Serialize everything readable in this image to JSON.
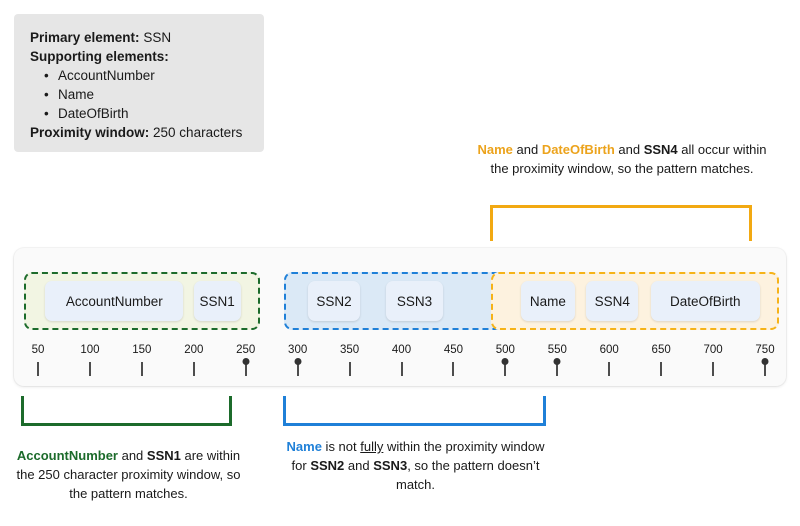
{
  "legend": {
    "primary_label": "Primary element:",
    "primary_value": "SSN",
    "supporting_label": "Supporting elements:",
    "supporting_items": [
      "AccountNumber",
      "Name",
      "DateOfBirth"
    ],
    "proximity_label": "Proximity window:",
    "proximity_value": "250 characters"
  },
  "top_callout": {
    "seg1": "Name",
    "seg2": " and ",
    "seg3": "DateOfBirth",
    "seg4": " and ",
    "seg5": "SSN4",
    "seg6": " all occur within the proximity window, so the pattern matches.",
    "bracket_color": "#f2a912"
  },
  "timeline": {
    "regions": [
      {
        "name": "green-proximity-region",
        "label": "AccountNumber and SSN1 proximity region",
        "start": 50,
        "end": 250,
        "color": "#1c6b2b",
        "fill": "#f2f5e3"
      },
      {
        "name": "blue-proximity-region",
        "label": "SSN2 and SSN3 proximity region",
        "start": 300,
        "end": 550,
        "color": "#1f80d8",
        "fill": "#dbe9f6"
      },
      {
        "name": "orange-proximity-region",
        "label": "Name SSN4 DateOfBirth proximity region",
        "start": 500,
        "end": 750,
        "color": "#f6b318",
        "fill": "#fdf2df"
      }
    ],
    "chips": [
      {
        "label": "AccountNumber",
        "start": 57,
        "end": 190
      },
      {
        "label": "SSN1",
        "start": 200,
        "end": 245
      },
      {
        "label": "SSN2",
        "start": 310,
        "end": 360
      },
      {
        "label": "SSN3",
        "start": 385,
        "end": 440
      },
      {
        "label": "Name",
        "start": 515,
        "end": 567
      },
      {
        "label": "SSN4",
        "start": 578,
        "end": 628
      },
      {
        "label": "DateOfBirth",
        "start": 640,
        "end": 745
      }
    ],
    "axis": {
      "ticks": [
        {
          "value": 50,
          "label": "50",
          "marker": "line"
        },
        {
          "value": 100,
          "label": "100",
          "marker": "line"
        },
        {
          "value": 150,
          "label": "150",
          "marker": "line"
        },
        {
          "value": 200,
          "label": "200",
          "marker": "line"
        },
        {
          "value": 250,
          "label": "250",
          "marker": "dot"
        },
        {
          "value": 300,
          "label": "300",
          "marker": "dot"
        },
        {
          "value": 350,
          "label": "350",
          "marker": "line"
        },
        {
          "value": 400,
          "label": "400",
          "marker": "line"
        },
        {
          "value": 450,
          "label": "450",
          "marker": "line"
        },
        {
          "value": 500,
          "label": "500",
          "marker": "dot"
        },
        {
          "value": 550,
          "label": "550",
          "marker": "dot"
        },
        {
          "value": 600,
          "label": "600",
          "marker": "line"
        },
        {
          "value": 650,
          "label": "650",
          "marker": "line"
        },
        {
          "value": 700,
          "label": "700",
          "marker": "line"
        },
        {
          "value": 750,
          "label": "750",
          "marker": "dot"
        }
      ],
      "min": 50,
      "max": 750
    }
  },
  "green_callout": {
    "seg1": "AccountNumber",
    "seg2": " and ",
    "seg3": "SSN1",
    "seg4": " are within the 250 character proximity window, so the pattern matches.",
    "bracket_color": "#1c6b2b"
  },
  "blue_callout": {
    "seg1": "Name",
    "seg2": " is not ",
    "seg3": "fully",
    "seg4": " within the proximity window for ",
    "seg5": "SSN2",
    "seg6": " and ",
    "seg7": "SSN3",
    "seg8": ", so the pattern doesn’t match.",
    "bracket_color": "#1f80d8"
  }
}
